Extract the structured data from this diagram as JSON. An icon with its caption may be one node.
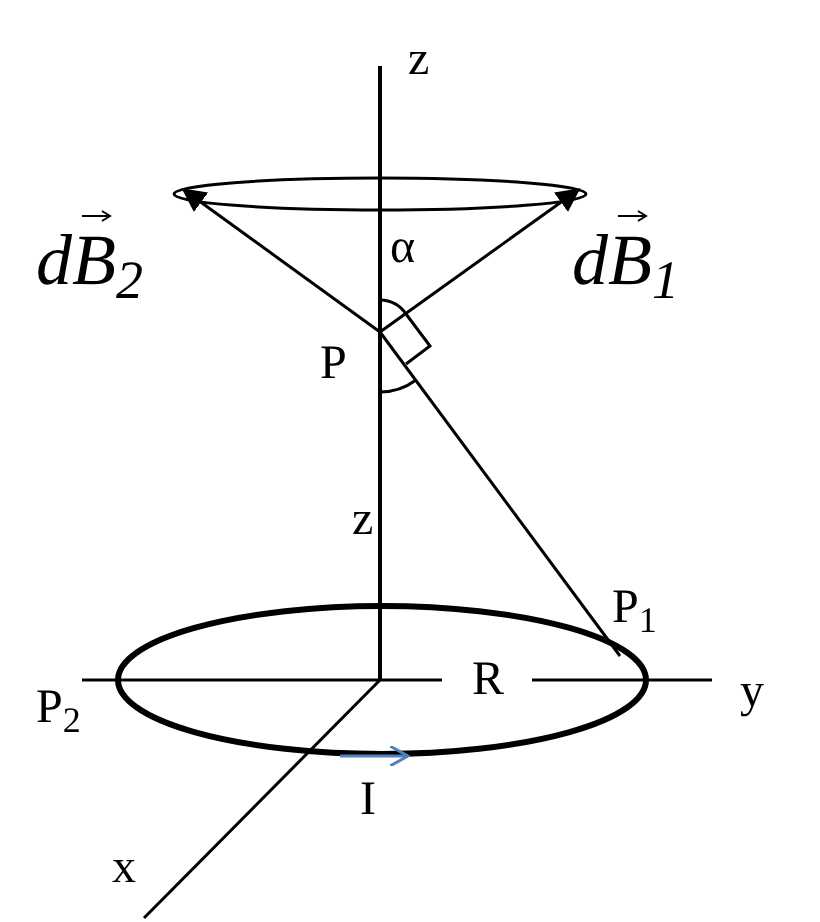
{
  "diagram": {
    "labels": [
      "z",
      "dB$_{2}$",
      "α",
      "dB$_{1}$",
      "P",
      "z",
      "P$_{1}$",
      "R",
      "y",
      "P$_{2}$",
      "I",
      "x"
    ]
  }
}
